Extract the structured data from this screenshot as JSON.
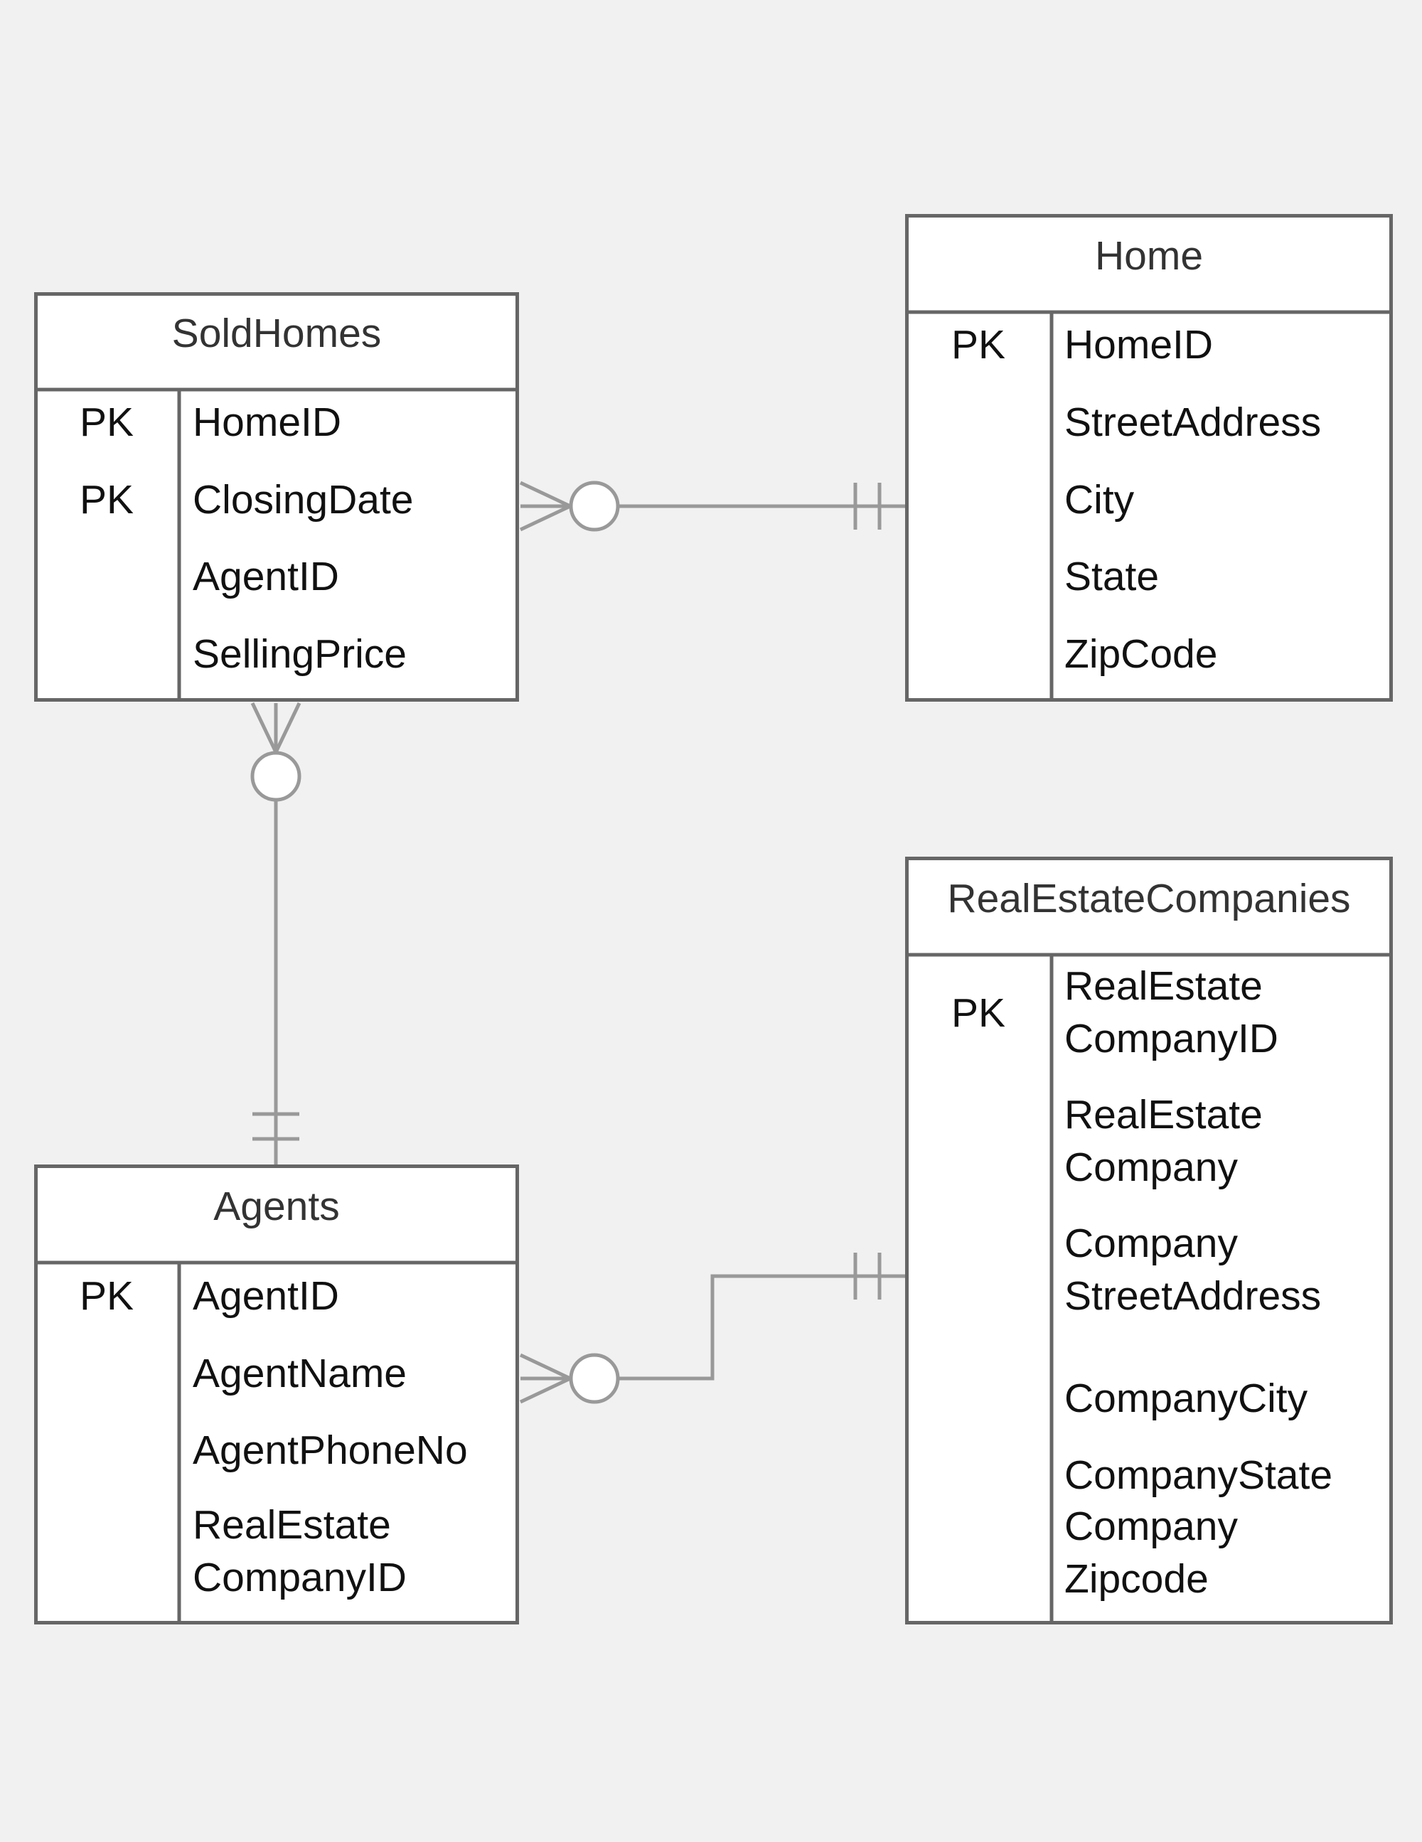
{
  "colors": {
    "background": "#f1f1f1",
    "table_fill": "#ffffff",
    "table_border": "#666666",
    "connector": "#999999",
    "title_text": "#333333",
    "attribute_text": "#111111"
  },
  "entities": {
    "soldhomes": {
      "title": "SoldHomes",
      "attributes": [
        {
          "key": "PK",
          "name": "HomeID"
        },
        {
          "key": "PK",
          "name": "ClosingDate"
        },
        {
          "key": "",
          "name": "AgentID"
        },
        {
          "key": "",
          "name": "SellingPrice"
        }
      ]
    },
    "home": {
      "title": "Home",
      "attributes": [
        {
          "key": "PK",
          "name": "HomeID"
        },
        {
          "key": "",
          "name": "StreetAddress"
        },
        {
          "key": "",
          "name": "City"
        },
        {
          "key": "",
          "name": "State"
        },
        {
          "key": "",
          "name": "ZipCode"
        }
      ]
    },
    "agents": {
      "title": "Agents",
      "attributes": [
        {
          "key": "PK",
          "name": "AgentID"
        },
        {
          "key": "",
          "name": "AgentName"
        },
        {
          "key": "",
          "name": "AgentPhoneNo"
        },
        {
          "key": "",
          "name": "RealEstate\nCompanyID"
        }
      ]
    },
    "realestatecompanies": {
      "title": "RealEstateCompanies",
      "attributes": [
        {
          "key": "PK",
          "name": "RealEstate\nCompanyID"
        },
        {
          "key": "",
          "name": "RealEstate\nCompany"
        },
        {
          "key": "",
          "name": "Company\nStreetAddress"
        },
        {
          "key": "",
          "name": "CompanyCity"
        },
        {
          "key": "",
          "name": "CompanyState"
        },
        {
          "key": "",
          "name": "Company\nZipcode"
        }
      ]
    }
  },
  "relationships": [
    {
      "from": "SoldHomes",
      "from_cardinality": "zero-or-many",
      "to": "Home",
      "to_cardinality": "exactly-one"
    },
    {
      "from": "SoldHomes",
      "from_cardinality": "zero-or-many",
      "to": "Agents",
      "to_cardinality": "exactly-one"
    },
    {
      "from": "Agents",
      "from_cardinality": "zero-or-many",
      "to": "RealEstateCompanies",
      "to_cardinality": "exactly-one"
    }
  ]
}
